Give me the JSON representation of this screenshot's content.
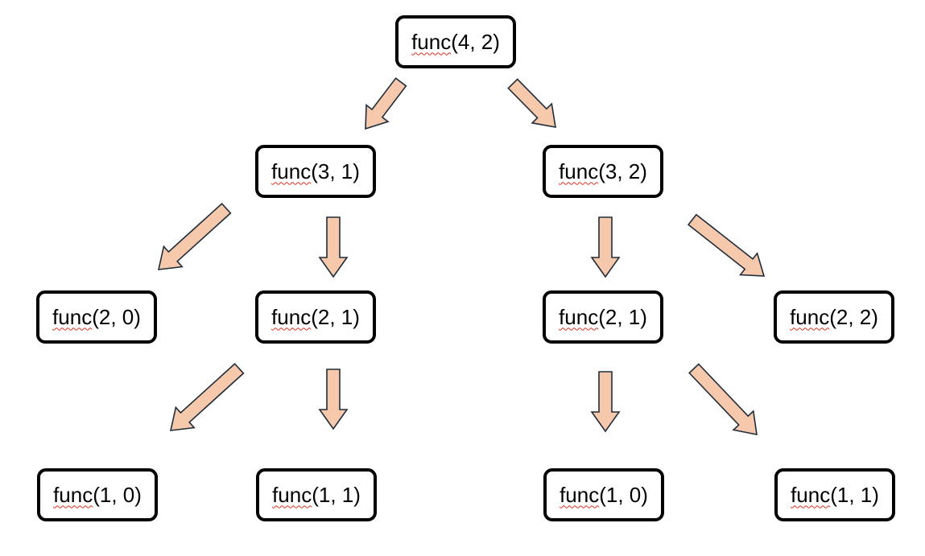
{
  "colors": {
    "arrow_fill": "#f6c8ac",
    "arrow_stroke": "#1f2d3a",
    "node_border": "#000000",
    "spellcheck_underline": "#e0301e"
  },
  "nodes": [
    {
      "id": "n42",
      "fn": "func",
      "args": "(4, 2)"
    },
    {
      "id": "n31",
      "fn": "func",
      "args": "(3, 1)"
    },
    {
      "id": "n32",
      "fn": "func",
      "args": "(3, 2)"
    },
    {
      "id": "n20",
      "fn": "func",
      "args": "(2, 0)"
    },
    {
      "id": "n21a",
      "fn": "func",
      "args": "(2, 1)"
    },
    {
      "id": "n21b",
      "fn": "func",
      "args": "(2, 1)"
    },
    {
      "id": "n22",
      "fn": "func",
      "args": "(2, 2)"
    },
    {
      "id": "n10a",
      "fn": "func",
      "args": "(1, 0)"
    },
    {
      "id": "n11a",
      "fn": "func",
      "args": "(1, 1)"
    },
    {
      "id": "n10b",
      "fn": "func",
      "args": "(1, 0)"
    },
    {
      "id": "n11b",
      "fn": "func",
      "args": "(1, 1)"
    }
  ],
  "edges": [
    {
      "from": "n42",
      "to": "n31"
    },
    {
      "from": "n42",
      "to": "n32"
    },
    {
      "from": "n31",
      "to": "n20"
    },
    {
      "from": "n31",
      "to": "n21a"
    },
    {
      "from": "n32",
      "to": "n21b"
    },
    {
      "from": "n32",
      "to": "n22"
    },
    {
      "from": "n21a",
      "to": "n10a"
    },
    {
      "from": "n21a",
      "to": "n11a"
    },
    {
      "from": "n21b",
      "to": "n10b"
    },
    {
      "from": "n21b",
      "to": "n11b"
    }
  ]
}
